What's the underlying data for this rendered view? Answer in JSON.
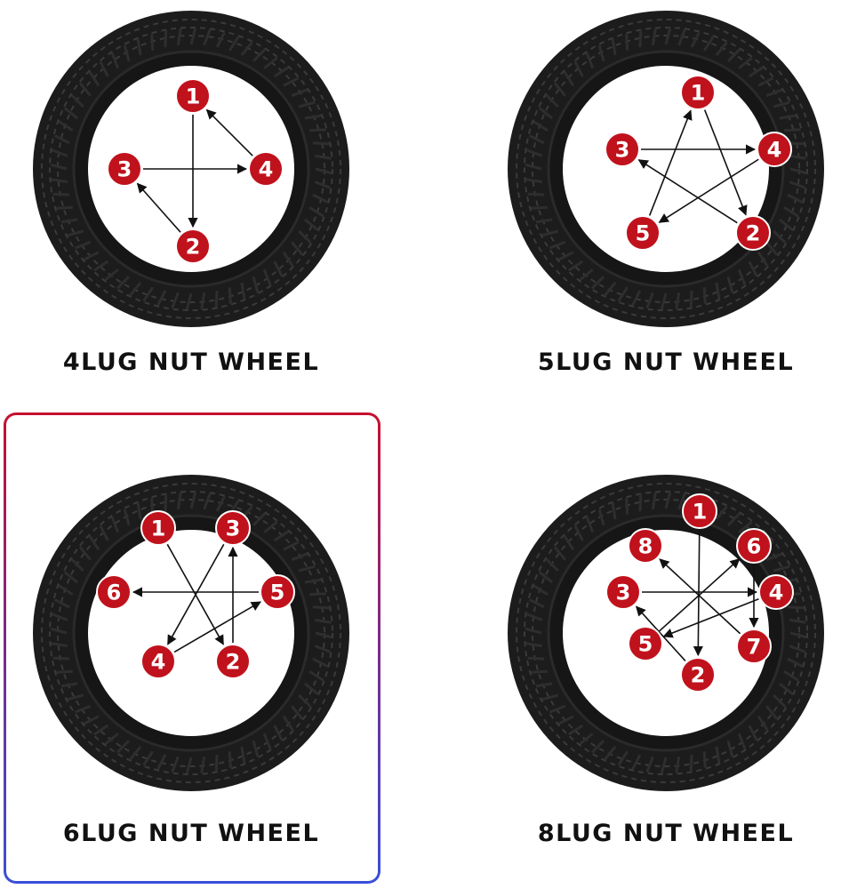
{
  "colors": {
    "tire": "#1c1c1c",
    "tread": "#3a3a3a",
    "lug_fill": "#c0121c",
    "lug_ring": "#ffffff",
    "arrow": "#111111",
    "frame_top": "#c8102e",
    "frame_bottom": "#3a4fd8"
  },
  "icons": {
    "tire": "tire-icon",
    "lug": "lug-nut-circle",
    "arrow": "arrow-line"
  },
  "highlighted_panel": "6lug",
  "wheels": [
    {
      "id": "4lug",
      "label": "4LUG NUT WHEEL",
      "lugs": [
        {
          "n": "1"
        },
        {
          "n": "2"
        },
        {
          "n": "3"
        },
        {
          "n": "4"
        }
      ],
      "sequence": [
        "1",
        "2",
        "3",
        "4",
        "1"
      ]
    },
    {
      "id": "5lug",
      "label": "5LUG NUT WHEEL",
      "lugs": [
        {
          "n": "1"
        },
        {
          "n": "2"
        },
        {
          "n": "3"
        },
        {
          "n": "4"
        },
        {
          "n": "5"
        }
      ],
      "sequence": [
        "1",
        "2",
        "3",
        "4",
        "5",
        "1"
      ]
    },
    {
      "id": "6lug",
      "label": "6LUG NUT WHEEL",
      "lugs": [
        {
          "n": "1"
        },
        {
          "n": "2"
        },
        {
          "n": "3"
        },
        {
          "n": "4"
        },
        {
          "n": "5"
        },
        {
          "n": "6"
        }
      ],
      "sequence": [
        "1",
        "2",
        "3",
        "4",
        "5",
        "6"
      ]
    },
    {
      "id": "8lug",
      "label": "8LUG NUT WHEEL",
      "lugs": [
        {
          "n": "1"
        },
        {
          "n": "2"
        },
        {
          "n": "3"
        },
        {
          "n": "4"
        },
        {
          "n": "5"
        },
        {
          "n": "6"
        },
        {
          "n": "7"
        },
        {
          "n": "8"
        }
      ],
      "sequence": [
        "1",
        "2",
        "3",
        "4",
        "5",
        "6",
        "7",
        "8"
      ]
    }
  ]
}
